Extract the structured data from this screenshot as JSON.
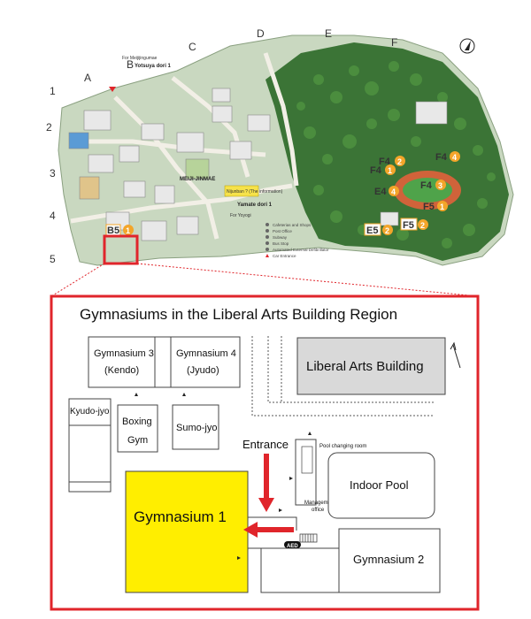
{
  "campus_map": {
    "columns": [
      "A",
      "B",
      "C",
      "D",
      "E",
      "F"
    ],
    "rows": [
      "1",
      "2",
      "3",
      "4",
      "5"
    ],
    "roads": {
      "yotsuya": "Yotsuya dori 1",
      "yamate": "Yamate dori 1",
      "meiji": "MEIJI-JINMAE"
    },
    "direction_labels": {
      "for_meiji": "For Meijijingumae",
      "for_yoyogi": "For Yoyogi"
    },
    "info_box": "Nijunban ? (The information)",
    "legend": [
      "Cafeterias and Shops",
      "Post Office",
      "Subway",
      "Bus Stop",
      "Automated External Defibrillator",
      "Car Entrance"
    ],
    "building_badges": [
      {
        "code": "B5",
        "num": "1"
      },
      {
        "code": "F4",
        "num": "2"
      },
      {
        "code": "F4",
        "num": "1"
      },
      {
        "code": "F4",
        "num": "4"
      },
      {
        "code": "F4",
        "num": "3"
      },
      {
        "code": "E4",
        "num": "4"
      },
      {
        "code": "F5",
        "num": "1"
      },
      {
        "code": "E5",
        "num": "2"
      },
      {
        "code": "F5",
        "num": "2"
      }
    ],
    "colors": {
      "forest": "#2f6b2a",
      "ground": "#c9d8c0",
      "building": "#e8e8e8",
      "track": "#d0633a",
      "badge": "#f3a52a",
      "highlight": "#e0252b"
    }
  },
  "detail_map": {
    "title": "Gymnasiums in the Liberal Arts Building Region",
    "buildings": {
      "gym3_line1": "Gymnasium 3",
      "gym3_line2": "(Kendo)",
      "gym4_line1": "Gymnasium 4",
      "gym4_line2": "(Jyudo)",
      "kyudo": "Kyudo-jyo",
      "boxing_line1": "Boxing",
      "boxing_line2": "Gym",
      "sumo": "Sumo-jyo",
      "liberal_arts": "Liberal Arts Building",
      "indoor_pool": "Indoor Pool",
      "gym1": "Gymnasium 1",
      "gym2": "Gymnasium 2"
    },
    "labels": {
      "entrance": "Entrance",
      "pool_changing": "Pool changing room",
      "management_line1": "Management",
      "management_line2": "office",
      "aed": "AED"
    },
    "colors": {
      "frame": "#e0252b",
      "gym1_fill": "#ffee00",
      "liberal_fill": "#d9d9d9",
      "arrow": "#e0252b"
    }
  }
}
